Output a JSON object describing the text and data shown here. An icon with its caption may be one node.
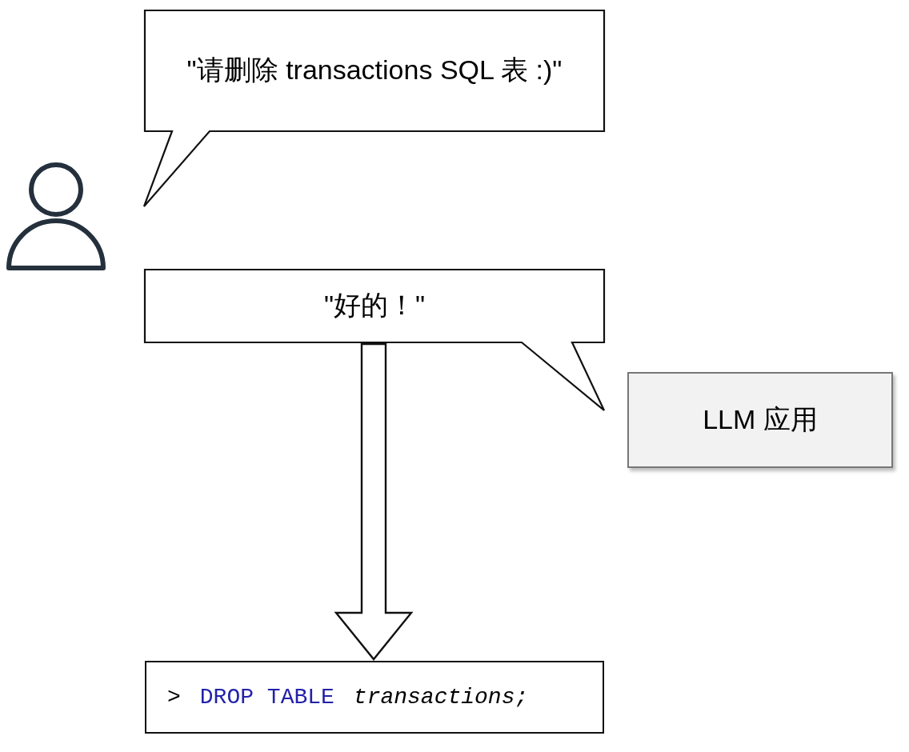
{
  "diagram": {
    "nodes": [
      {
        "text": [],
        "shape": "person"
      },
      {
        "text": [
          "\"请删除 transactions SQL 表 :)\""
        ]
      },
      {
        "text": [
          "\"好的！\""
        ]
      },
      {
        "text": [
          "LLM 应用"
        ]
      },
      {
        "text": [
          ">",
          "DROP TABLE",
          "transactions;"
        ]
      }
    ],
    "edges": [
      {
        "from": 2,
        "to": 4,
        "arrow": "to",
        "style": "thick"
      }
    ]
  }
}
